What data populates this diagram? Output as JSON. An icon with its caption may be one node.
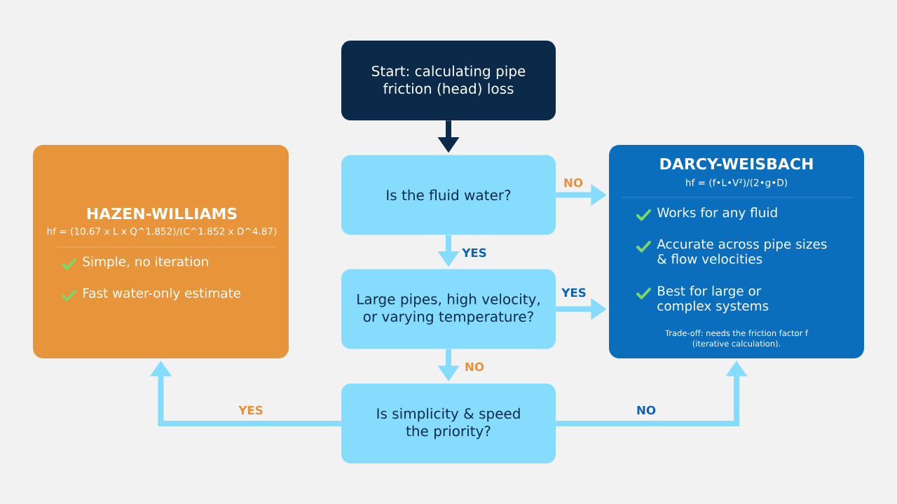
{
  "diagram": {
    "nodes": [
      {
        "text": [
          "Start: calculating pipe friction (head) loss"
        ]
      },
      {
        "text": [
          "Is the fluid water?"
        ]
      },
      {
        "text": [
          "Large pipes, high velocity, or varying temperature?"
        ]
      },
      {
        "text": [
          "Is simplicity & speed the priority?"
        ]
      },
      {
        "text": [
          "HAZEN-WILLIAMS",
          "hf = (10.67 x L x Q^1.852)/(C^1.852 x D^4.87)",
          "Simple, no iteration",
          "Fast water-only estimate"
        ]
      },
      {
        "text": [
          "DARCY-WEISBACH",
          "hf = (f•L•V²)/(2•g•D)",
          "Works for any fluid",
          "Accurate across pipe sizes & flow velocities",
          "Best for large or complex systems",
          "Trade-off: needs the friction factor f (iterative calculation)."
        ]
      }
    ],
    "edges": [
      {
        "from": 0,
        "to": 1,
        "arrow": "to",
        "color": "#0b2a4a"
      },
      {
        "from": 1,
        "to": 5,
        "arrow": "to",
        "label": "NO"
      },
      {
        "from": 1,
        "to": 2,
        "arrow": "to",
        "label": "YES"
      },
      {
        "from": 2,
        "to": 5,
        "arrow": "to",
        "label": "YES"
      },
      {
        "from": 2,
        "to": 3,
        "arrow": "to",
        "label": "NO"
      },
      {
        "from": 3,
        "to": 4,
        "arrow": "to",
        "label": "YES"
      },
      {
        "from": 3,
        "to": 5,
        "arrow": "to",
        "label": "NO"
      }
    ]
  }
}
